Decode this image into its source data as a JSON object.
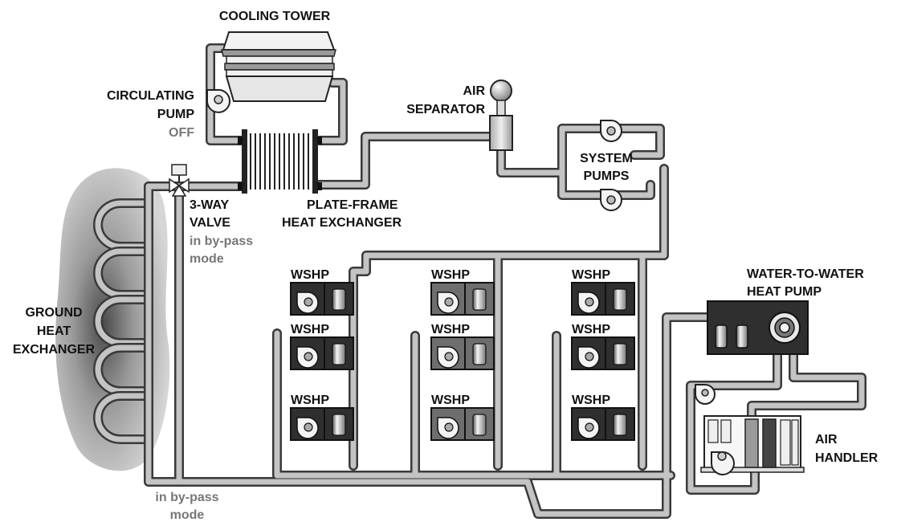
{
  "labels": {
    "cooling_tower": "COOLING TOWER",
    "circulating_pump_line1": "CIRCULATING",
    "circulating_pump_line2": "PUMP",
    "circulating_pump_status": "OFF",
    "air_separator_line1": "AIR",
    "air_separator_line2": "SEPARATOR",
    "system_pumps_line1": "SYSTEM",
    "system_pumps_line2": "PUMPS",
    "three_way_valve_line1": "3-WAY",
    "three_way_valve_line2": "VALVE",
    "bypass_mode_line1": "in by-pass",
    "bypass_mode_line2": "mode",
    "plate_frame_line1": "PLATE-FRAME",
    "plate_frame_line2": "HEAT EXCHANGER",
    "ground_line1": "GROUND",
    "ground_line2": "HEAT",
    "ground_line3": "EXCHANGER",
    "w2w_line1": "WATER-TO-WATER",
    "w2w_line2": "HEAT PUMP",
    "air_handler_line1": "AIR",
    "air_handler_line2": "HANDLER",
    "bottom_bypass_line1": "in by-pass",
    "bottom_bypass_line2": "mode",
    "wshp": "WSHP"
  },
  "colors": {
    "pipe_outline": "#3a3a3a",
    "pipe_fill": "#c4c4c4",
    "label_dark": "#111111",
    "label_grey": "#777777",
    "unit_dark": "#2f2f2f",
    "unit_mid": "#6e6e6e"
  }
}
